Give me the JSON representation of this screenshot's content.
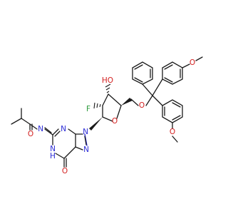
{
  "atoms": {
    "oh_label": "HO",
    "f_label": "F",
    "ring_o_label": "O",
    "ether_o_label": "O",
    "methoxy_o_top_label": "O",
    "methoxy_o_bottom_label": "O",
    "n9_label": "N",
    "n3_label": "N",
    "n7_label": "N",
    "n1h_label": "N",
    "h1_label": "H",
    "amide_n_label": "N",
    "amide_o_label": "O",
    "c6_o_label": "O"
  },
  "colors": {
    "bond": "#1a1a1a",
    "nitrogen": "#2b2bd6",
    "oxygen": "#d32020",
    "fluorine": "#2a9a3a",
    "background": "#ffffff"
  }
}
